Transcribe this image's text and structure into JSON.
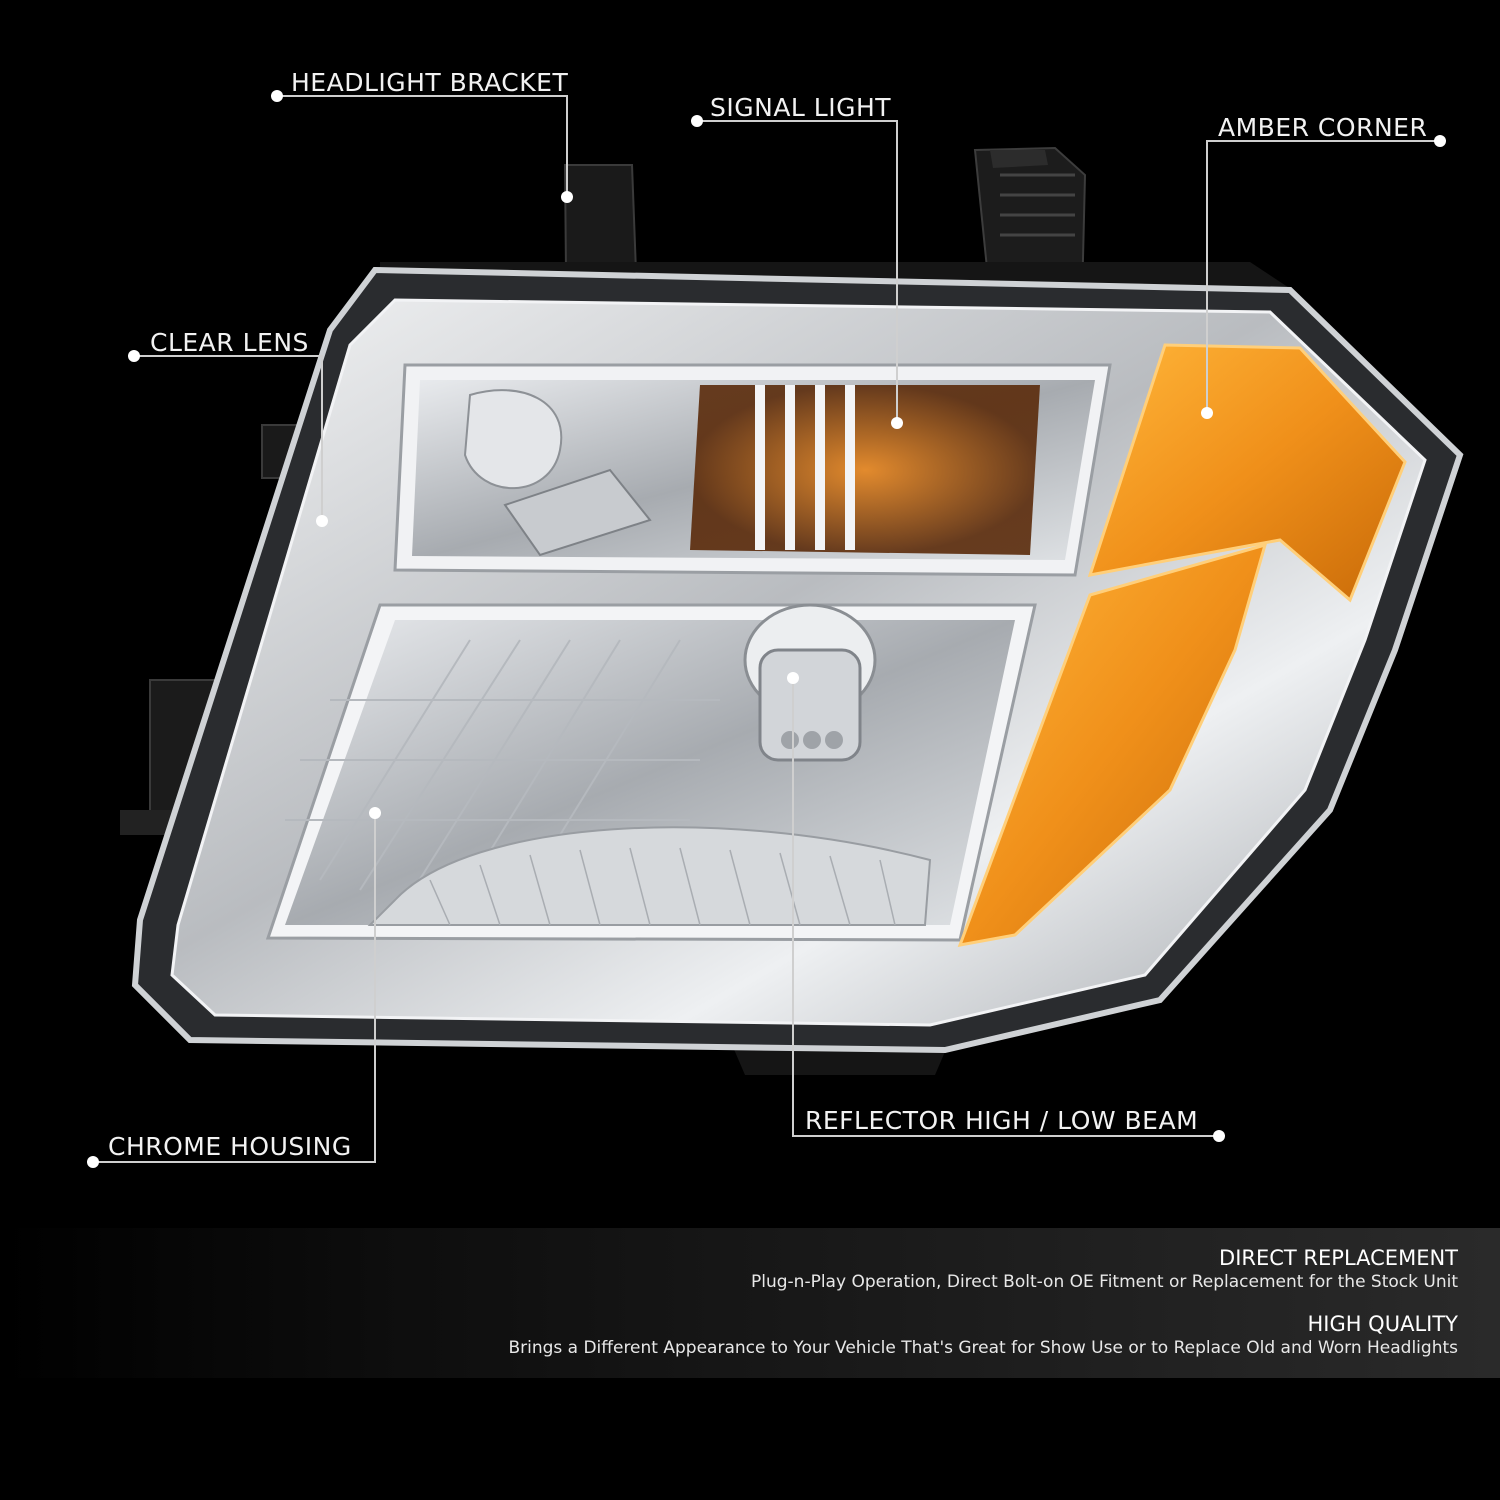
{
  "callouts": {
    "headlight_bracket": "HEADLIGHT BRACKET",
    "signal_light": "SIGNAL LIGHT",
    "amber_corner": "AMBER CORNER",
    "clear_lens": "CLEAR LENS",
    "chrome_housing": "CHROME HOUSING",
    "reflector_beam": "REFLECTOR HIGH / LOW  BEAM"
  },
  "features": [
    {
      "title": "DIRECT REPLACEMENT",
      "text": "Plug-n-Play Operation, Direct Bolt-on OE Fitment or Replacement for the Stock Unit"
    },
    {
      "title": "HIGH QUALITY",
      "text": "Brings a Different Appearance to Your Vehicle That's Great for Show Use or to Replace Old and Worn Headlights"
    }
  ],
  "colors": {
    "background": "#000000",
    "amber": "#f39a1c",
    "chrome": "#d9dbde",
    "callout_line": "#cfcfcf"
  }
}
